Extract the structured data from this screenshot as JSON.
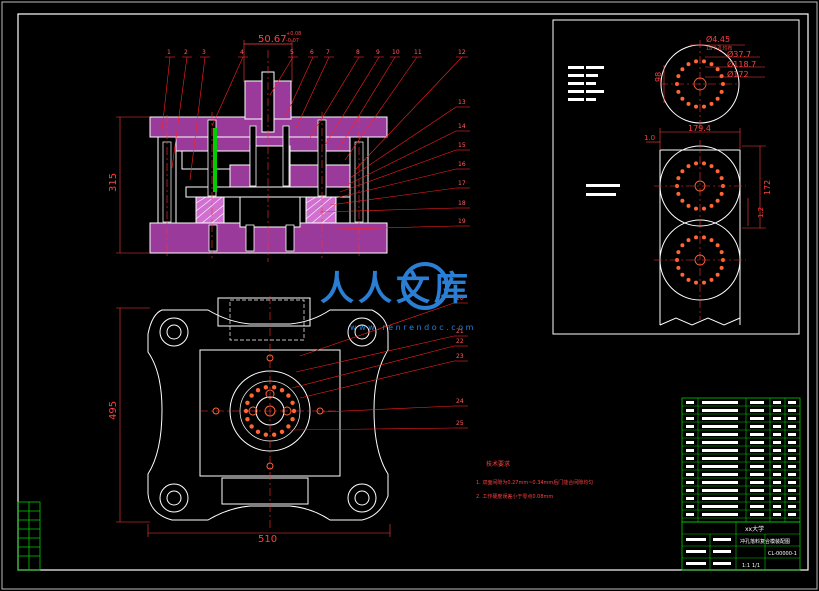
{
  "colors": {
    "background": "#000000",
    "outline": "#ffffff",
    "section_fill": "#9a3a9a",
    "hatch": "#d070d0",
    "centerline": "#ff3030",
    "dimension": "#ff4040",
    "leader": "#ff2020",
    "leader_text": "#ff6060",
    "hole": "#ff6633",
    "title_block": "#00cc00",
    "title_text": "#ffffff",
    "watermark_blue": "#2a7fd4"
  },
  "top_dimensions": {
    "primary": "50.67",
    "tolerance_upper": "+0.08",
    "tolerance_lower": "-0.07"
  },
  "part_labels_top": [
    "1",
    "2",
    "3",
    "4",
    "5",
    "6",
    "7",
    "8",
    "9",
    "10",
    "11",
    "12"
  ],
  "part_labels_right": [
    "13",
    "14",
    "15",
    "16",
    "17",
    "18",
    "19"
  ],
  "part_labels_plan": [
    "20",
    "21",
    "22",
    "23",
    "24",
    "25"
  ],
  "side_dimensions": {
    "section_height": "315",
    "plan_height": "495",
    "plan_width": "510"
  },
  "watermark": {
    "brand": "人人文库",
    "url": "w w w . r e n r e n d o c . c o m"
  },
  "strip_layout": {
    "dia_small": "Ø4.45",
    "dia_small_note": "18个孔均布",
    "dia_1": "Ø37.7",
    "dia_2": "Ø118.7",
    "dia_3": "Ø172",
    "angle": "98",
    "pitch_width": "179.4",
    "margin": "1.0",
    "pitch": "172",
    "side_margin": "1.2"
  },
  "technical_requirements": {
    "title": "技术要求",
    "items": [
      "1. 双面间隙为0.27mm~0.34mm后门能合间隙均匀",
      "2. 工作硬度误差小于零点0.08mm"
    ]
  },
  "title_block": {
    "school": "xx大学",
    "drawing_name": "冲孔落料复合模装配图",
    "drawing_number": "CL-00000-1",
    "scale": "1:1",
    "sheet": "1/1"
  }
}
